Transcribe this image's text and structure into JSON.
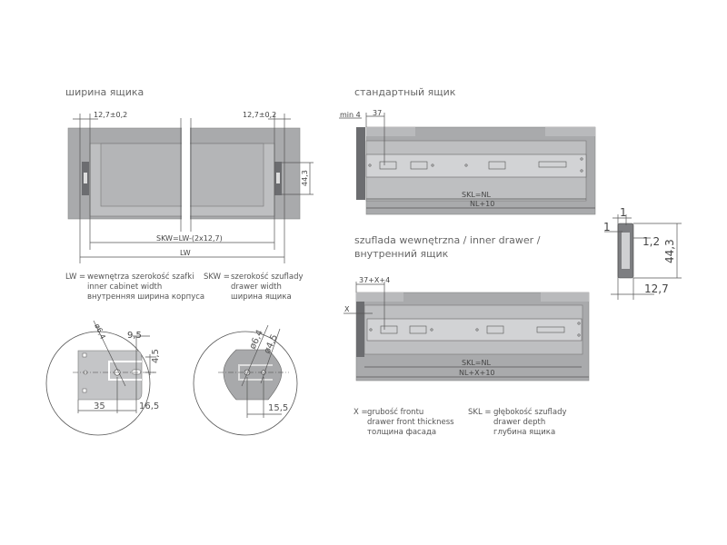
{
  "sections": {
    "width_title": "ширина ящика",
    "standard_title": "стандартный ящик",
    "inner_title_line1": "szuflada wewnętrzna / inner drawer /",
    "inner_title_line2": "внутренний ящик"
  },
  "width_view": {
    "tolerance_left": "12,7±0,2",
    "tolerance_right": "12,7±0,2",
    "height": "44,3",
    "skw_formula": "SKW=LW-(2x12,7)",
    "lw": "LW"
  },
  "legend_width": {
    "lw_key": "LW =",
    "lw_pl": "wewnętrza szerokość szafki",
    "lw_en": "inner cabinet width",
    "lw_ru": "внутренняя ширина корпуса",
    "skw_key": "SKW =",
    "skw_pl": "szerokość szuflady",
    "skw_en": "drawer width",
    "skw_ru": "ширина ящика"
  },
  "detail_left": {
    "dia": "ø6,4",
    "d95": "9,5",
    "d45": "4,5",
    "d35": "35",
    "d165": "16,5"
  },
  "detail_right": {
    "dia1": "ø6,4",
    "dia2": "ø4,5",
    "d155": "15,5"
  },
  "standard_view": {
    "min": "min 4",
    "d37": "37",
    "skl": "SKL=NL",
    "total": "NL+10"
  },
  "section_view": {
    "d1a": "1",
    "d1b": "1",
    "d12": "1,2",
    "h": "44,3",
    "w": "12,7"
  },
  "inner_view": {
    "offset": "37+X+4",
    "x": "X",
    "skl": "SKL=NL",
    "total": "NL+X+10"
  },
  "legend_inner": {
    "x_key": "X =",
    "x_pl": "grubość frontu",
    "x_en": "drawer front thickness",
    "x_ru": "толщина фасада",
    "skl_key": "SKL =",
    "skl_pl": "głębokość szuflady",
    "skl_en": "drawer depth",
    "skl_ru": "глубина ящика"
  }
}
